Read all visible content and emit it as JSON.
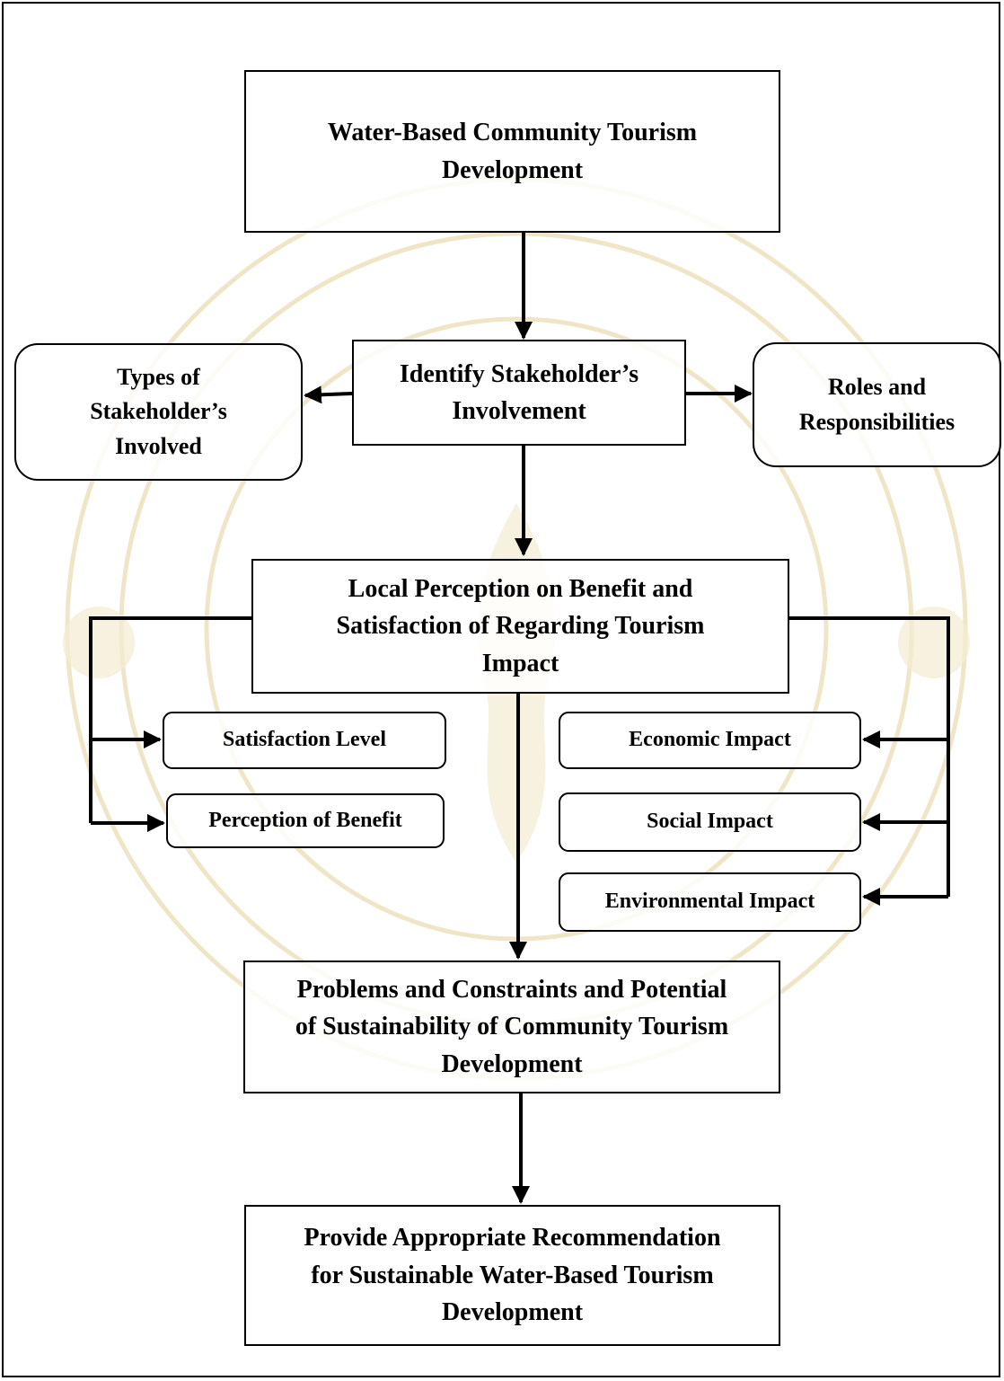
{
  "diagram": {
    "nodes": {
      "start": "Water-Based Community Tourism\nDevelopment",
      "identify": "Identify Stakeholder’s\nInvolvement",
      "types": "Types of\nStakeholder’s\nInvolved",
      "roles": "Roles and\nResponsibilities",
      "perception": "Local Perception on Benefit and\nSatisfaction of Regarding Tourism\nImpact",
      "satisfaction": "Satisfaction Level",
      "benefit": "Perception of Benefit",
      "economic": "Economic Impact",
      "social": "Social Impact",
      "environmental": "Environmental Impact",
      "problems": "Problems and Constraints and Potential\nof Sustainability of Community Tourism\nDevelopment",
      "recommend": "Provide Appropriate Recommendation\nfor Sustainable Water-Based Tourism\nDevelopment"
    },
    "edges": [
      {
        "from": "start",
        "to": "identify"
      },
      {
        "from": "identify",
        "to": "types"
      },
      {
        "from": "identify",
        "to": "roles"
      },
      {
        "from": "identify",
        "to": "perception"
      },
      {
        "from": "perception",
        "to": "satisfaction"
      },
      {
        "from": "perception",
        "to": "benefit"
      },
      {
        "from": "perception",
        "to": "economic"
      },
      {
        "from": "perception",
        "to": "social"
      },
      {
        "from": "perception",
        "to": "environmental"
      },
      {
        "from": "perception",
        "to": "problems"
      },
      {
        "from": "problems",
        "to": "recommend"
      }
    ]
  }
}
